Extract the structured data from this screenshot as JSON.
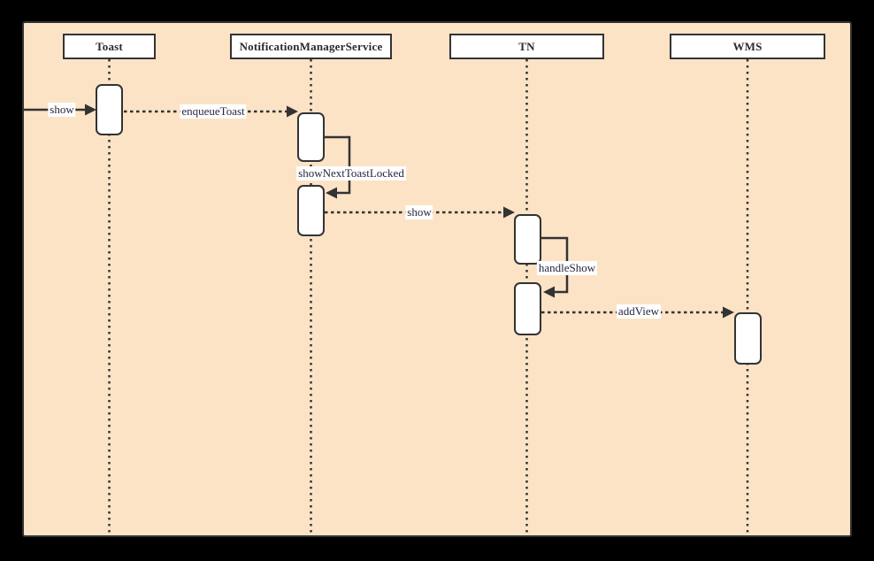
{
  "diagram": {
    "type": "uml-sequence",
    "participants": [
      {
        "label": "Toast"
      },
      {
        "label": "NotificationManagerService"
      },
      {
        "label": "TN"
      },
      {
        "label": "WMS"
      }
    ],
    "messages": [
      {
        "label": "show",
        "from": "(external)",
        "to": "Toast",
        "style": "solid"
      },
      {
        "label": "enqueueToast",
        "from": "Toast",
        "to": "NotificationManagerService",
        "style": "dashed"
      },
      {
        "label": "showNextToastLocked",
        "from": "NotificationManagerService",
        "to": "NotificationManagerService",
        "style": "self-call"
      },
      {
        "label": "show",
        "from": "NotificationManagerService",
        "to": "TN",
        "style": "dashed"
      },
      {
        "label": "handleShow",
        "from": "TN",
        "to": "TN",
        "style": "self-call"
      },
      {
        "label": "addView",
        "from": "TN",
        "to": "WMS",
        "style": "dashed"
      }
    ],
    "colors": {
      "background": "#fce3c6",
      "frame_border": "#333333",
      "box_fill": "#ffffff",
      "line": "#333333",
      "label_text": "#26263f"
    }
  }
}
